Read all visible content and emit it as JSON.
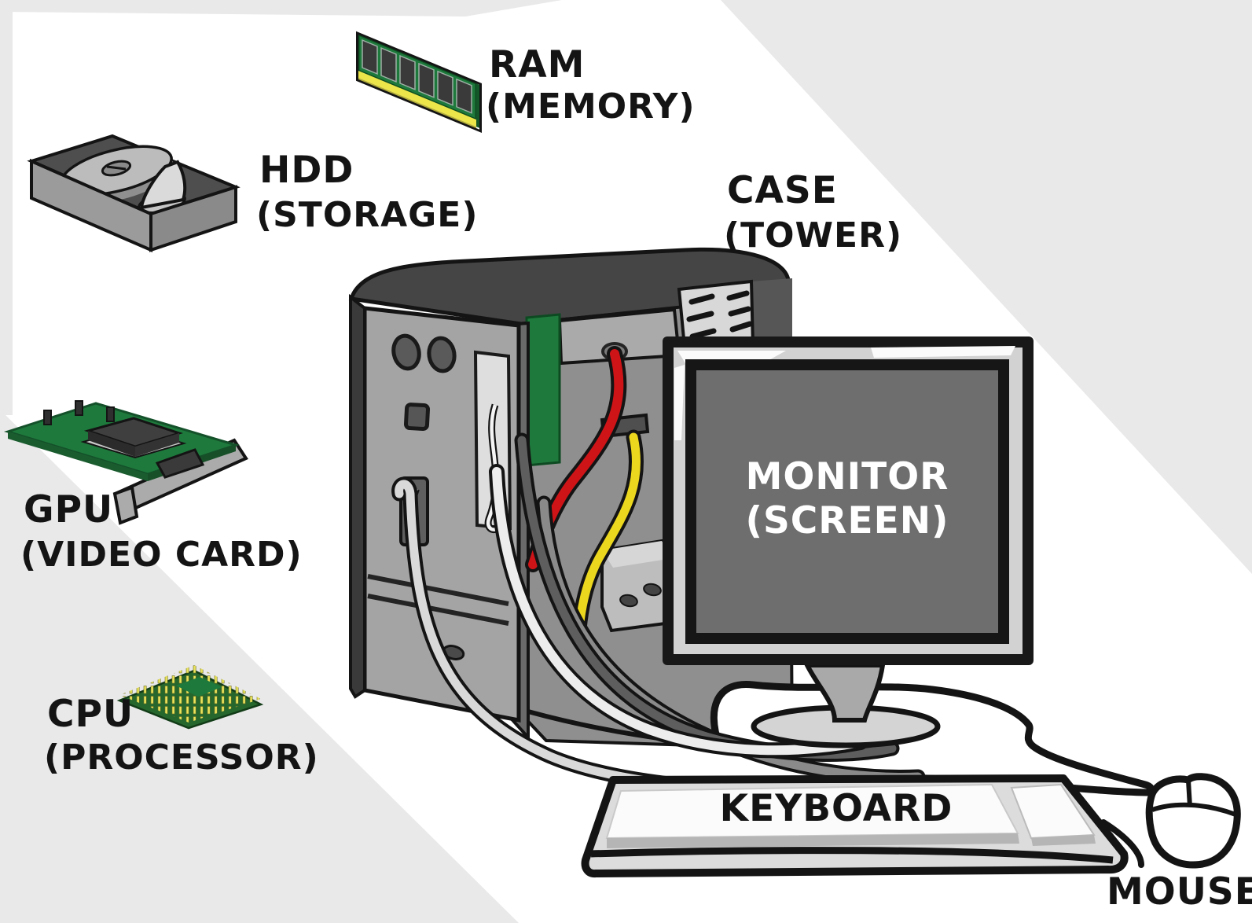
{
  "figure": {
    "description": "Cartoon diagram of the parts of a desktop computer",
    "background_color": "#ffffff",
    "backdrop_color": "#e9e9e9"
  },
  "palette": {
    "outline": "#141414",
    "pcb_green": "#1e7a3c",
    "pcb_green_dark": "#14582a",
    "pin_yellow": "#e9e25a",
    "ram_edge_yellow": "#ece64a",
    "cable_red": "#cf1418",
    "cable_yellow": "#ecd71f",
    "screen_gray": "#6e6e6e"
  },
  "labels": {
    "ram": {
      "line1": "RAM",
      "line2": "(MEMORY)"
    },
    "hdd": {
      "line1": "HDD",
      "line2": "(STORAGE)"
    },
    "case": {
      "line1": "CASE",
      "line2": "(TOWER)"
    },
    "gpu": {
      "line1": "GPU",
      "line2": "(VIDEO CARD)"
    },
    "cpu": {
      "line1": "CPU",
      "line2": "(PROCESSOR)"
    },
    "monitor": {
      "line1": "MONITOR",
      "line2": "(SCREEN)"
    },
    "keyboard": {
      "label": "KEYBOARD"
    },
    "mouse": {
      "label": "MOUSE"
    }
  }
}
